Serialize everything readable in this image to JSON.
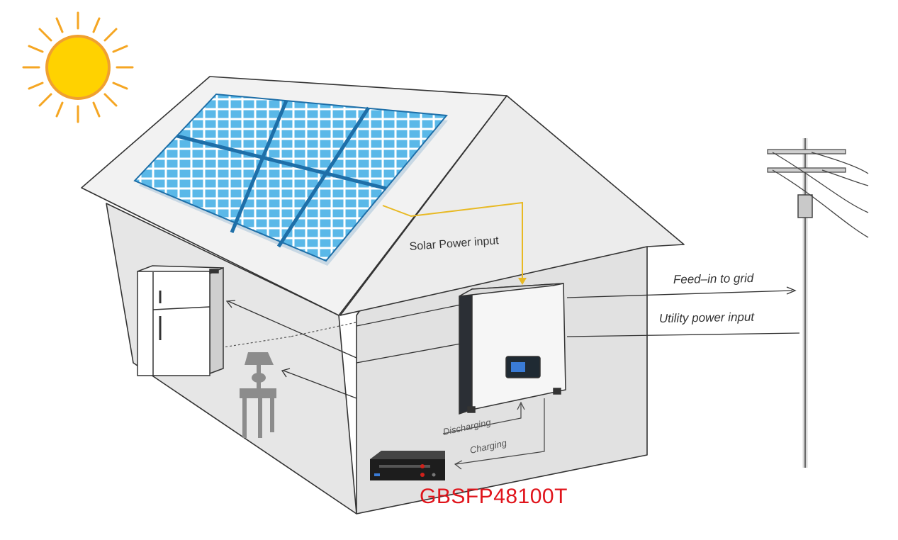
{
  "labels": {
    "solar_input": "Solar Power input",
    "feed_in": "Feed–in to grid",
    "utility_input": "Utility power input",
    "discharging": "Discharging",
    "charging": "Charging",
    "battery_model": "GBSFP48100T"
  },
  "colors": {
    "sun_fill": "#ffd200",
    "sun_rays": "#f5a623",
    "panel_cell": "#5ab8e8",
    "panel_frame": "#1e6fa8",
    "solar_wire": "#e8b923",
    "house_line": "#333333",
    "model_text": "#e0141b"
  },
  "icons": [
    "sun-icon",
    "solar-panel-icon",
    "refrigerator-icon",
    "lamp-icon",
    "inverter-icon",
    "battery-icon",
    "utility-pole-icon"
  ]
}
